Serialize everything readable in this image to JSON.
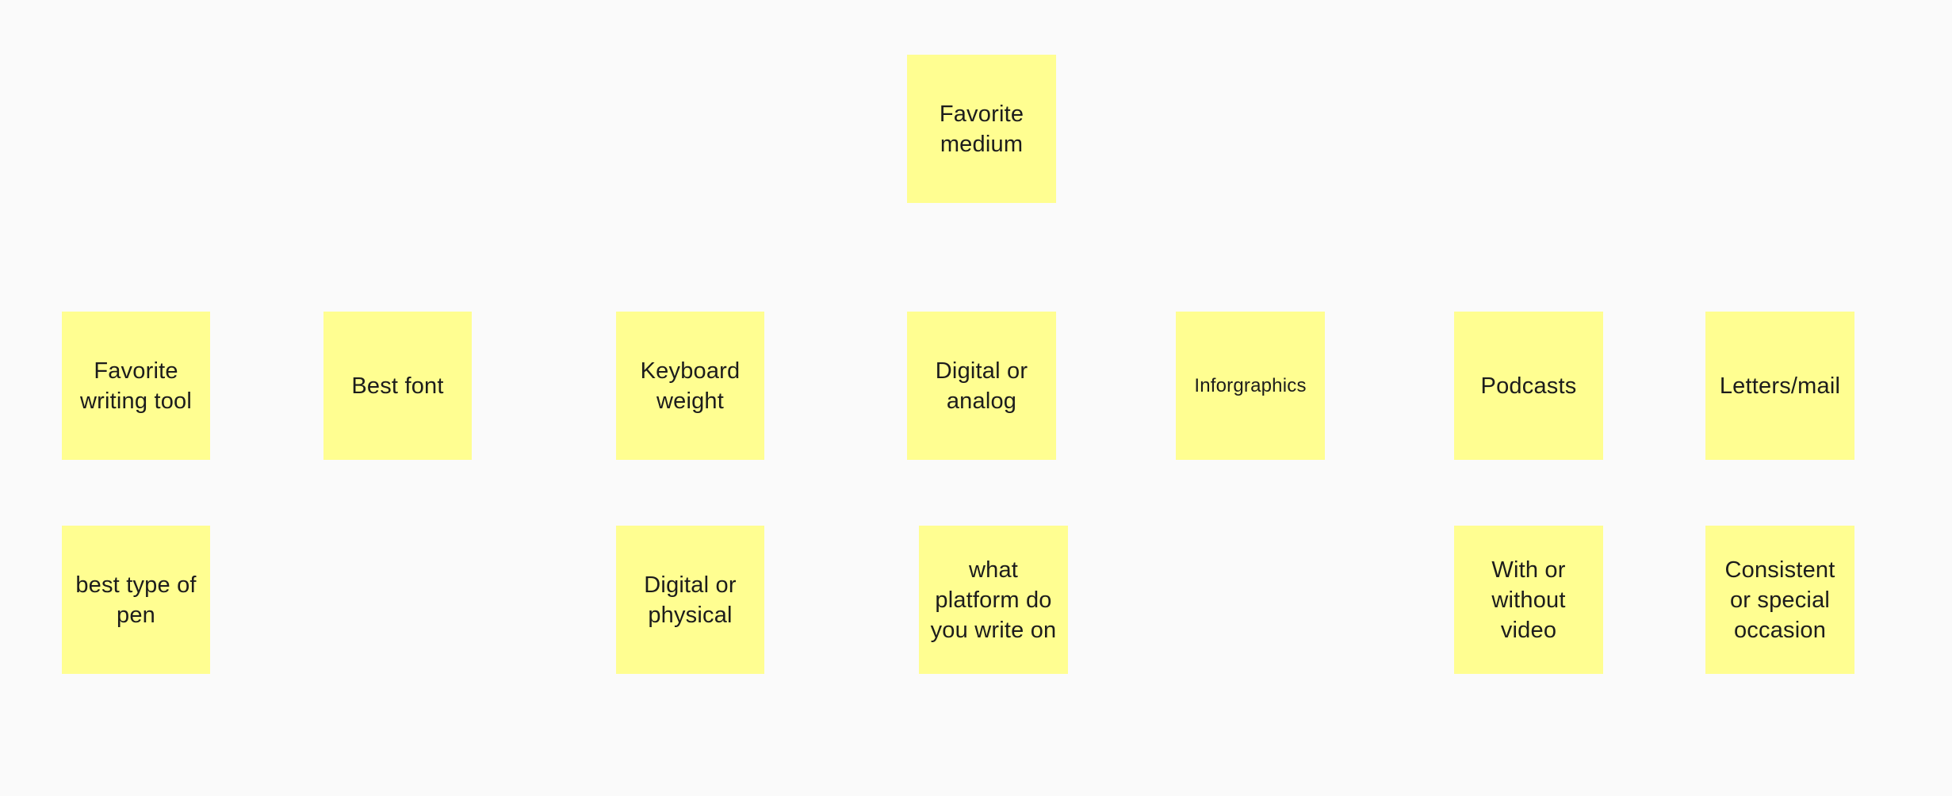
{
  "board": {
    "background": "#fafafa",
    "sticky_color": "#fffe91",
    "notes": {
      "favorite_medium": "Favorite medium",
      "favorite_writing_tool": "Favorite writing tool",
      "best_font": "Best font",
      "keyboard_weight": "Keyboard weight",
      "digital_or_analog": "Digital or analog",
      "infographics": "Inforgraphics",
      "podcasts": "Podcasts",
      "letters_mail": "Letters/mail",
      "best_type_of_pen": "best type of pen",
      "digital_or_physical": "Digital or physical",
      "what_platform": "what platform do you write on",
      "with_or_without_video": "With or without video",
      "consistent_or_special": "Consistent or special occasion"
    }
  }
}
